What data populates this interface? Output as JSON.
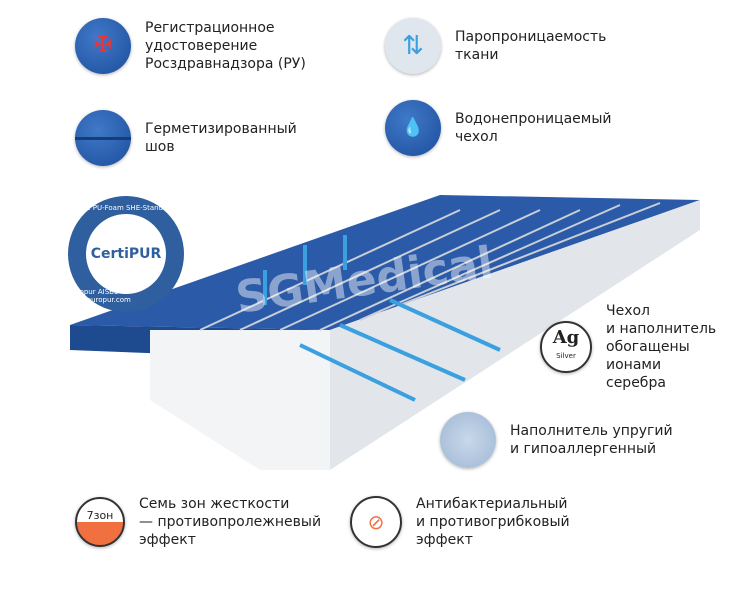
{
  "features": {
    "registration": "Регистрационное\nудостоверение\nРосздравнадзора (РУ)",
    "seam": "Герметизированный\nшов",
    "breathable": "Паропроницаемость\nткани",
    "waterproof": "Водонепроницаемый\nчехол",
    "silver": "Чехол\nи наполнитель\nобогащены\nионами\nсеребра",
    "silver_badge": "Ag",
    "silver_badge_sub": "Silver",
    "filler": "Наполнитель упругий\nи гипоаллергенный",
    "zones": "Семь зон жесткости\n— противопролежневый\nэффект",
    "zones_badge": "7зон",
    "antibacterial": "Антибактериальный\nи противогрибковый\nэффект"
  },
  "certipur": {
    "logo": "CertiPUR",
    "top": "The PU-Foam SHE-Standard",
    "bottom": "Europur AISBL – www.europur.com"
  },
  "watermark": "SGMedical",
  "colors": {
    "blue": "#2a5aa8",
    "orange": "#f07040"
  }
}
